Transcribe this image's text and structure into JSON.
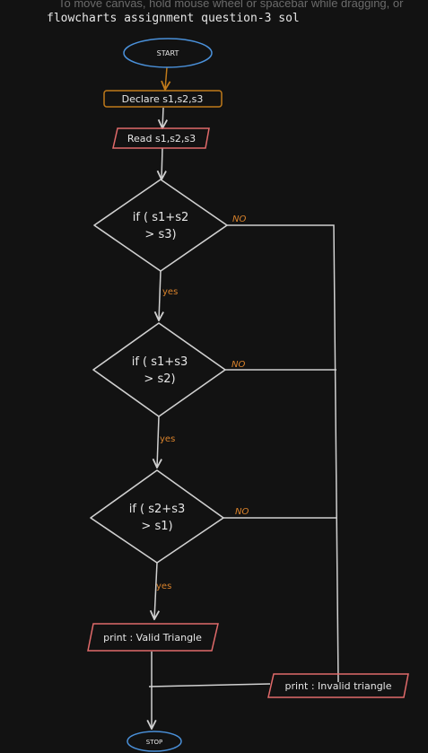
{
  "canvas_hint": "To move canvas, hold mouse wheel or spacebar while dragging, or",
  "page_title": "flowcharts assignment question-3 sol",
  "flowchart": {
    "start": "START",
    "declare": "Declare s1,s2,s3",
    "read": "Read s1,s2,s3",
    "cond1": {
      "line1": "if ( s1+s2",
      "line2": "> s3)"
    },
    "cond2": {
      "line1": "if ( s1+s3",
      "line2": "> s2)"
    },
    "cond3": {
      "line1": "if ( s2+s3",
      "line2": "> s1)"
    },
    "yes_label": "yes",
    "no_label": "NO",
    "valid_output": "print : Valid Triangle",
    "invalid_output": "print : Invalid triangle",
    "stop": "STOP"
  },
  "colors": {
    "background": "#121212",
    "stroke": "#d0d0d0",
    "terminal": "#4a90d9",
    "declare": "#c07a1a",
    "io": "#e06a6a",
    "label": "#d9822b"
  }
}
